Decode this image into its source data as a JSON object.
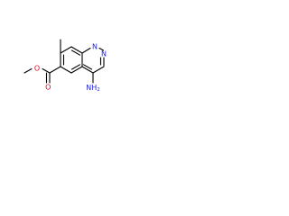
{
  "molecule": {
    "atoms": {
      "O_carbonyl": {
        "symbol": "O",
        "color": "#e0001b"
      },
      "O_ester": {
        "symbol": "O",
        "color": "#e0001b"
      },
      "N1": {
        "symbol": "N",
        "color": "#2323d9"
      },
      "N2": {
        "symbol": "N",
        "color": "#2323d9"
      },
      "amine": {
        "symbol": "NH",
        "subscript": "2",
        "color": "#2323d9"
      }
    },
    "bond_color": "#000000"
  }
}
